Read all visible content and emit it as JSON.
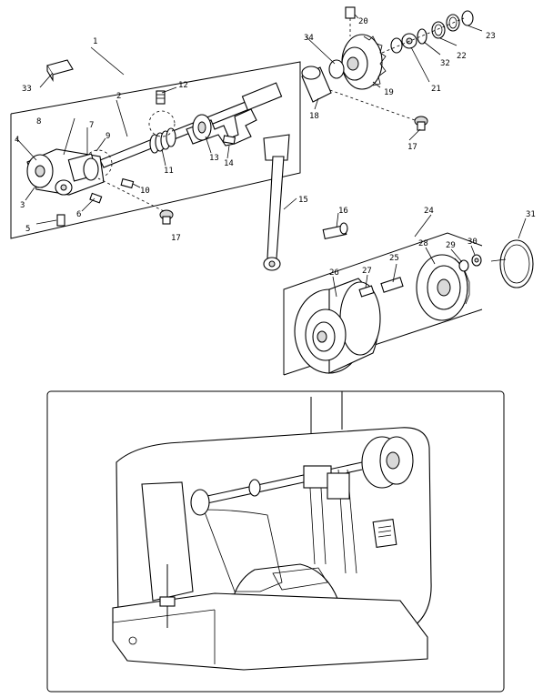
{
  "diagram": {
    "part_labels": {
      "p1": "1",
      "p2": "2",
      "p3": "3",
      "p4": "4",
      "p5": "5",
      "p6": "6",
      "p7": "7",
      "p8": "8",
      "p9": "9",
      "p10": "10",
      "p11": "11",
      "p12": "12",
      "p13": "13",
      "p14": "14",
      "p15": "15",
      "p16": "16",
      "p17a": "17",
      "p17b": "17",
      "p18": "18",
      "p19": "19",
      "p20": "20",
      "p21": "21",
      "p22": "22",
      "p23": "23",
      "p24": "24",
      "p25": "25",
      "p26": "26",
      "p27": "27",
      "p28": "28",
      "p29": "29",
      "p30": "30",
      "p31": "31",
      "p32": "32",
      "p33": "33",
      "p34": "34"
    },
    "colors": {
      "line": "#000000",
      "background": "#ffffff",
      "shade": "#d9d9d9"
    }
  }
}
